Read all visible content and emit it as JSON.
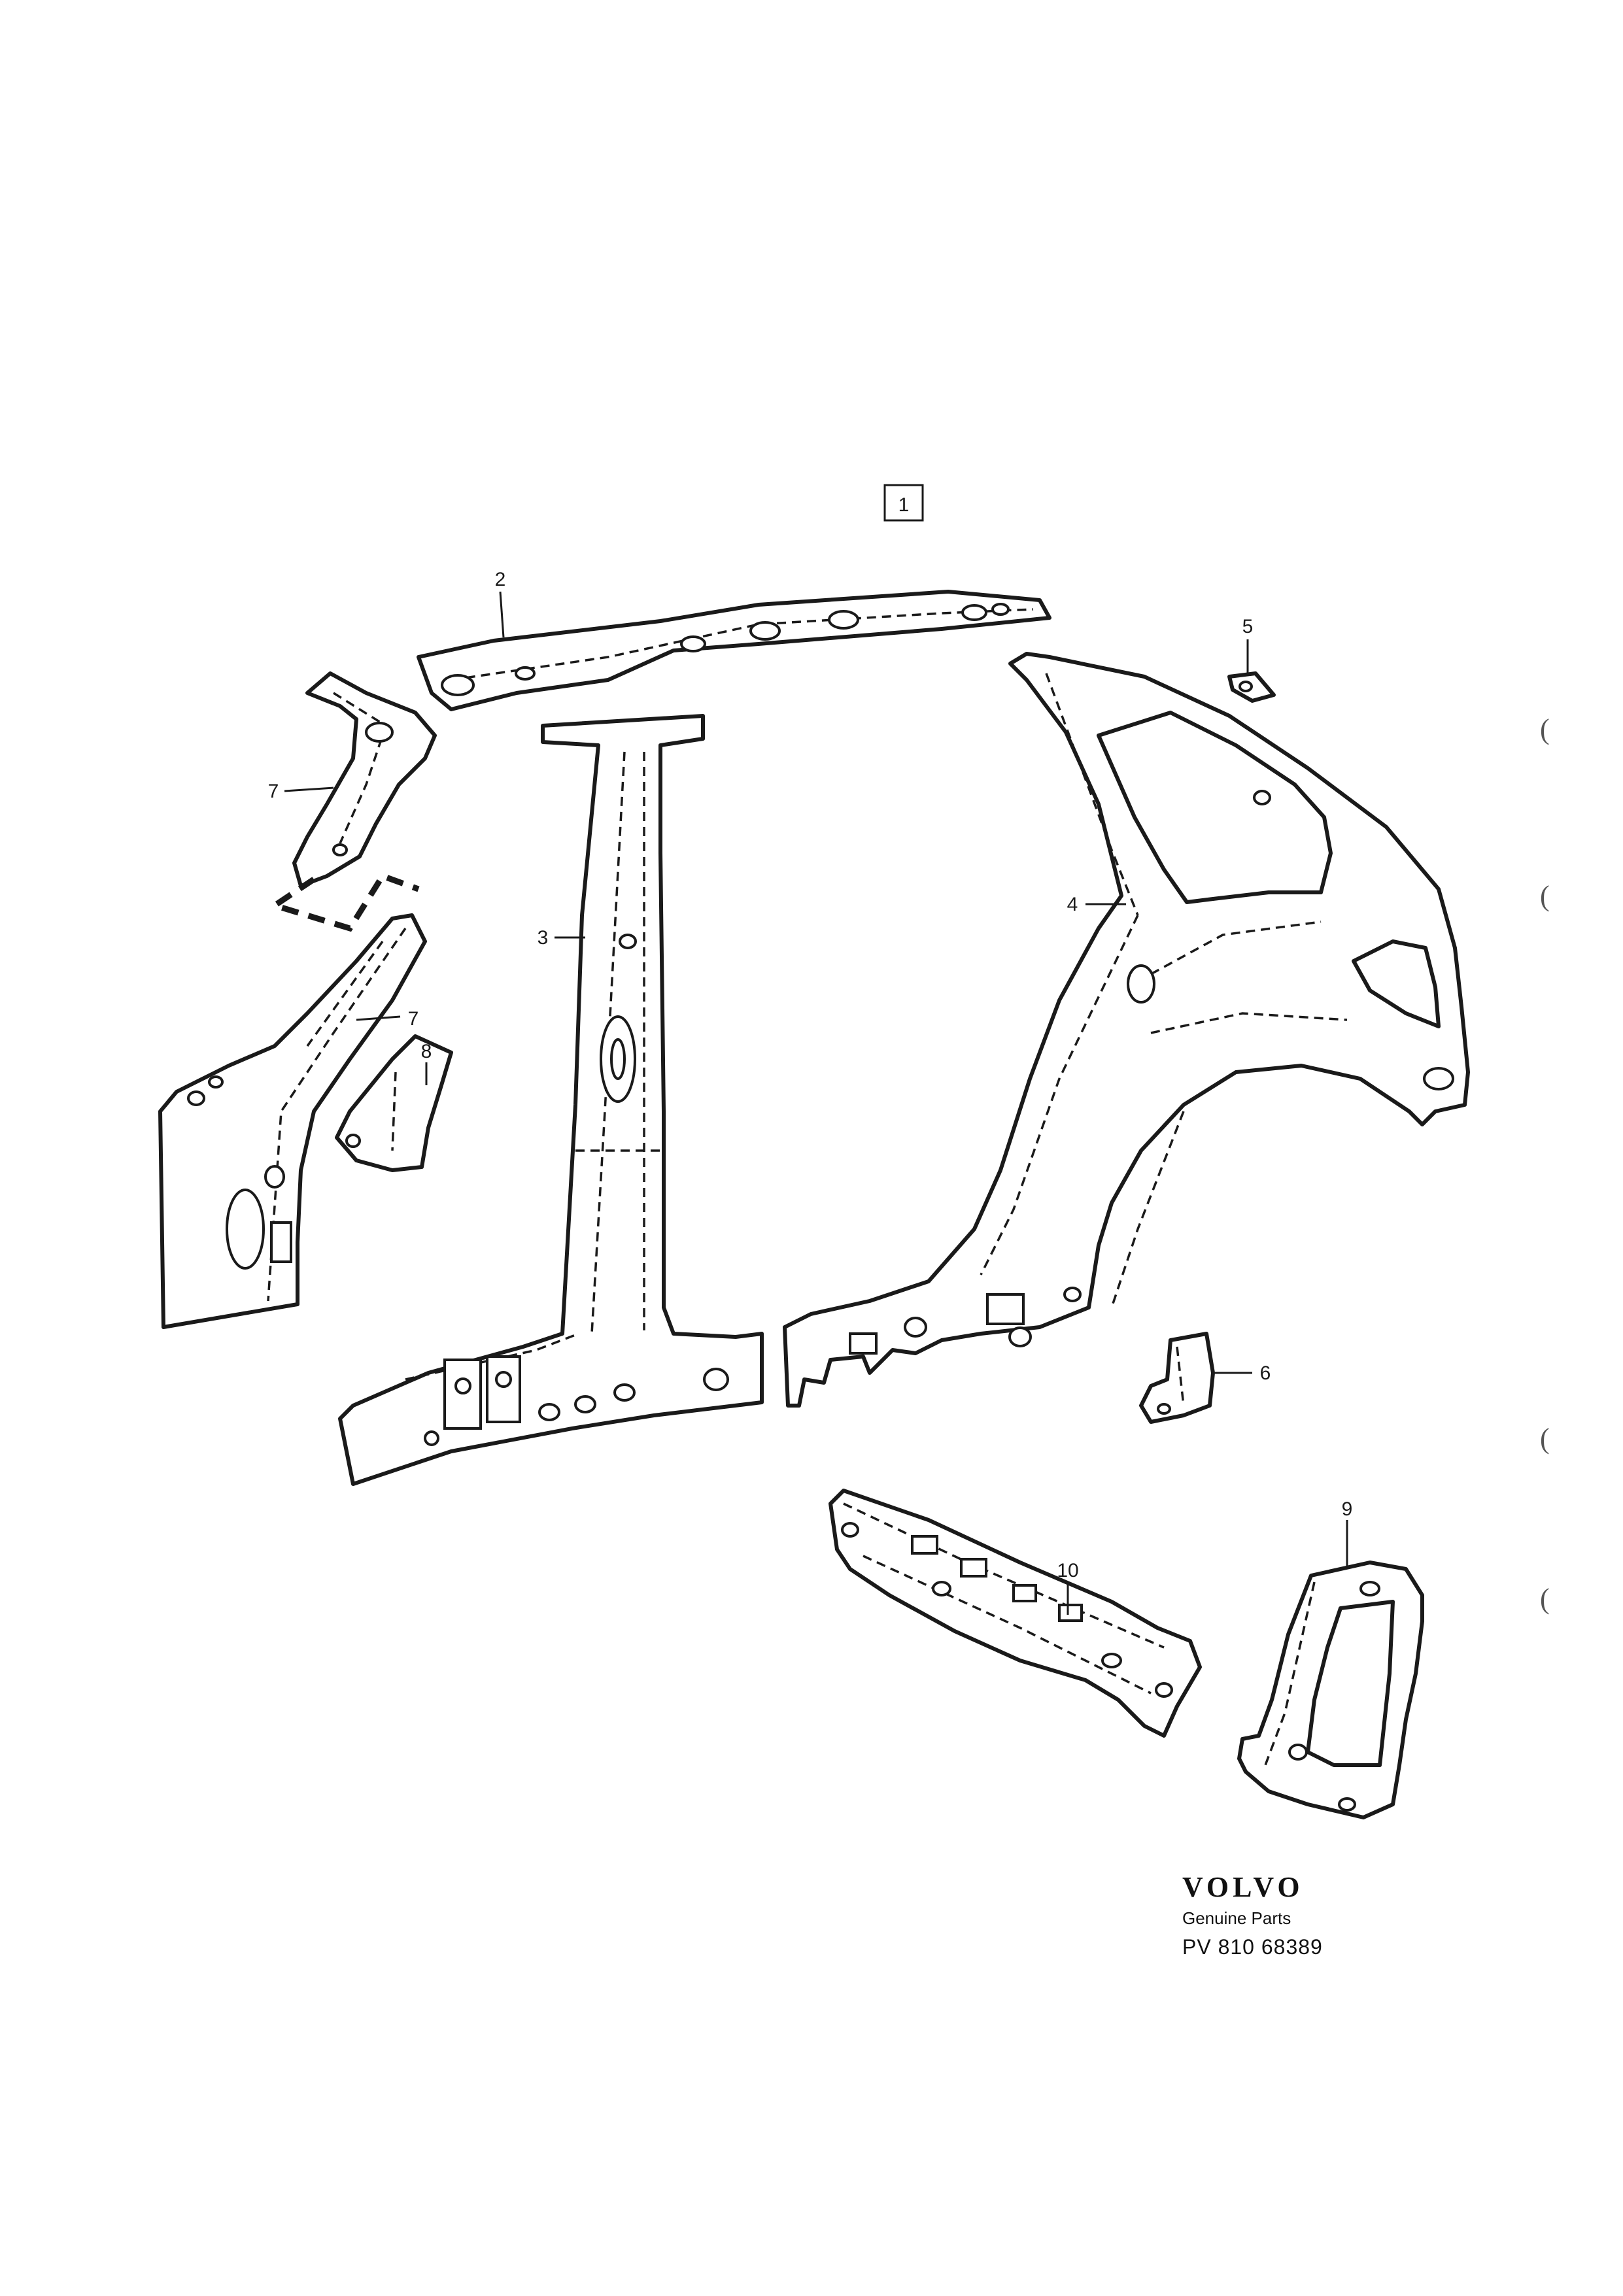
{
  "diagram": {
    "group_label": "1",
    "callouts": {
      "p2": "2",
      "p3": "3",
      "p4": "4",
      "p5": "5",
      "p6": "6",
      "p7a": "7",
      "p7b": "7",
      "p8": "8",
      "p9": "9",
      "p10": "10"
    },
    "margin_marks": [
      "(",
      "(",
      "(",
      "("
    ]
  },
  "branding": {
    "logo_text": "VOLVO",
    "subtitle": "Genuine Parts",
    "code": "PV 810 68389"
  }
}
